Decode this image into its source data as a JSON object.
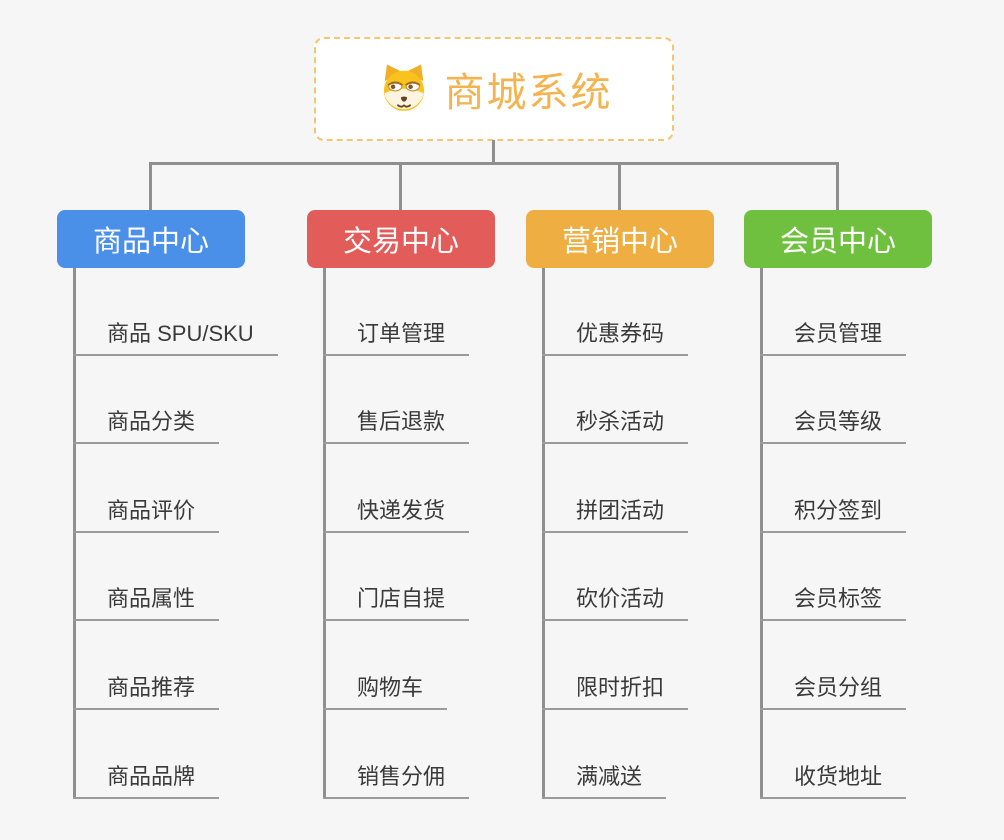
{
  "root": {
    "title": "商城系统",
    "icon": "dog-face-icon"
  },
  "branches": [
    {
      "label": "商品中心",
      "color": "#4a90e8",
      "children": [
        "商品 SPU/SKU",
        "商品分类",
        "商品评价",
        "商品属性",
        "商品推荐",
        "商品品牌"
      ]
    },
    {
      "label": "交易中心",
      "color": "#e25c5a",
      "children": [
        "订单管理",
        "售后退款",
        "快递发货",
        "门店自提",
        "购物车",
        "销售分佣"
      ]
    },
    {
      "label": "营销中心",
      "color": "#efae42",
      "children": [
        "优惠券码",
        "秒杀活动",
        "拼团活动",
        "砍价活动",
        "限时折扣",
        "满减送"
      ]
    },
    {
      "label": "会员中心",
      "color": "#70c040",
      "children": [
        "会员管理",
        "会员等级",
        "积分签到",
        "会员标签",
        "会员分组",
        "收货地址"
      ]
    }
  ],
  "style_colors": {
    "background": "#f6f6f6",
    "connector": "#8f8f8f",
    "underline": "#9b9b9b",
    "root_border": "#f7c46f",
    "root_text": "#f4b34f",
    "child_text": "#3a3a3a"
  }
}
